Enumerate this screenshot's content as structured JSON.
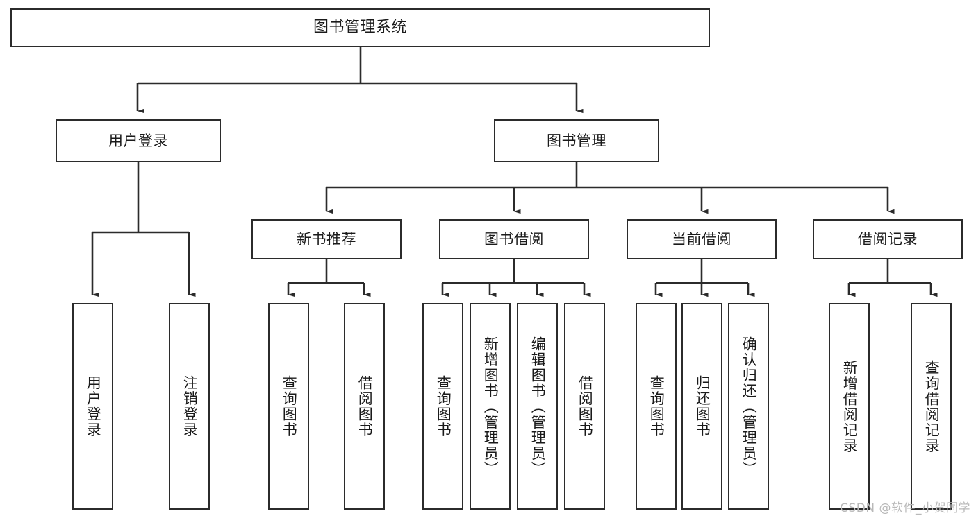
{
  "diagram": {
    "title": "图书管理系统",
    "watermark": "CSDN @软件_小贺同学",
    "line_color": "#2b2b2b",
    "box_fill": "#ffffff",
    "text_color": "#1a1a1a",
    "watermark_color": "#b9b9b9"
  },
  "nodes": {
    "root": {
      "label": "图书管理系统"
    },
    "level2": [
      {
        "label": "用户登录"
      },
      {
        "label": "图书管理"
      }
    ],
    "level3": [
      {
        "label": "新书推荐"
      },
      {
        "label": "图书借阅"
      },
      {
        "label": "当前借阅"
      },
      {
        "label": "借阅记录"
      }
    ],
    "leaves": {
      "user_login": [
        {
          "label": "用户登录"
        },
        {
          "label": "注销登录"
        }
      ],
      "new_book": [
        {
          "label": "查询图书"
        },
        {
          "label": "借阅图书"
        }
      ],
      "book_borrow": [
        {
          "label": "查询图书"
        },
        {
          "label": "新增图书（管理员）"
        },
        {
          "label": "编辑图书（管理员）"
        },
        {
          "label": "借阅图书"
        }
      ],
      "current_borrow": [
        {
          "label": "查询图书"
        },
        {
          "label": "归还图书"
        },
        {
          "label": "确认归还（管理员）"
        }
      ],
      "borrow_record": [
        {
          "label": "新增借阅记录"
        },
        {
          "label": "查询借阅记录"
        }
      ]
    }
  }
}
